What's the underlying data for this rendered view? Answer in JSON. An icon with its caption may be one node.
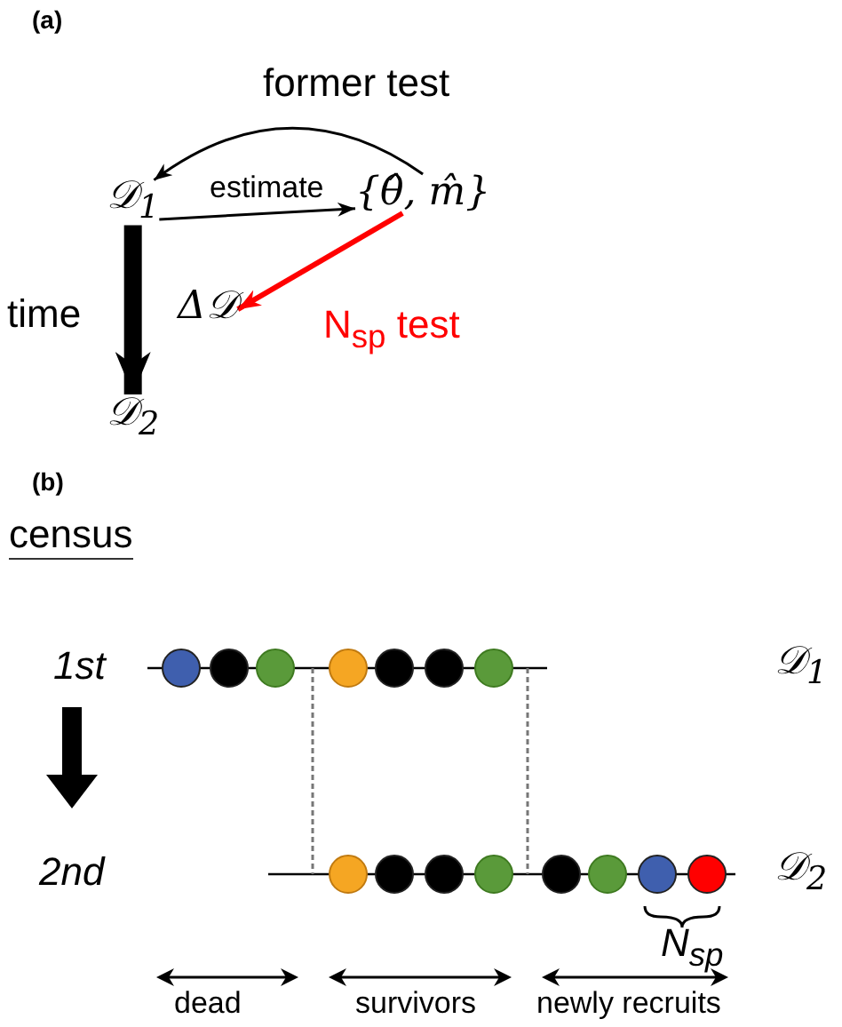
{
  "diagram": {
    "nodes": [
      {
        "text": [
          "𝒟$_{1}$"
        ]
      },
      {
        "text": [
          "{θ̂, m̂}"
        ]
      },
      {
        "text": [
          "Δ𝒟"
        ]
      },
      {
        "text": [
          "𝒟$_{2}$"
        ]
      },
      {
        "text": [],
        "shape": "circle"
      },
      {
        "text": [],
        "shape": "circle"
      },
      {
        "text": [],
        "shape": "circle"
      },
      {
        "text": [],
        "shape": "circle"
      },
      {
        "text": [],
        "shape": "circle"
      },
      {
        "text": [],
        "shape": "circle"
      },
      {
        "text": [],
        "shape": "circle"
      },
      {
        "text": [],
        "shape": "circle"
      },
      {
        "text": [],
        "shape": "circle"
      },
      {
        "text": [],
        "shape": "circle"
      },
      {
        "text": [],
        "shape": "circle"
      },
      {
        "text": [],
        "shape": "circle"
      },
      {
        "text": [],
        "shape": "circle"
      },
      {
        "text": [],
        "shape": "circle"
      },
      {
        "text": [],
        "shape": "circle"
      }
    ],
    "edges": [
      {
        "from": 1,
        "to": 0,
        "arrow": "to",
        "label": "former test"
      },
      {
        "from": 0,
        "to": 1,
        "arrow": "to",
        "label": "estimate"
      },
      {
        "from": 1,
        "to": 2,
        "arrow": "to",
        "label": "N$_{sp}$ test",
        "color": "#ff0000",
        "style": "thick"
      },
      {
        "from": 0,
        "to": 3,
        "arrow": "to",
        "label": "time",
        "style": "thick"
      }
    ],
    "labels": [
      "(a)",
      "(b)",
      "census",
      "1st",
      "2nd",
      "𝒟$_{1}$",
      "𝒟$_{2}$",
      "N$_{sp}$",
      "dead",
      "survivors",
      "newly recruits"
    ]
  }
}
